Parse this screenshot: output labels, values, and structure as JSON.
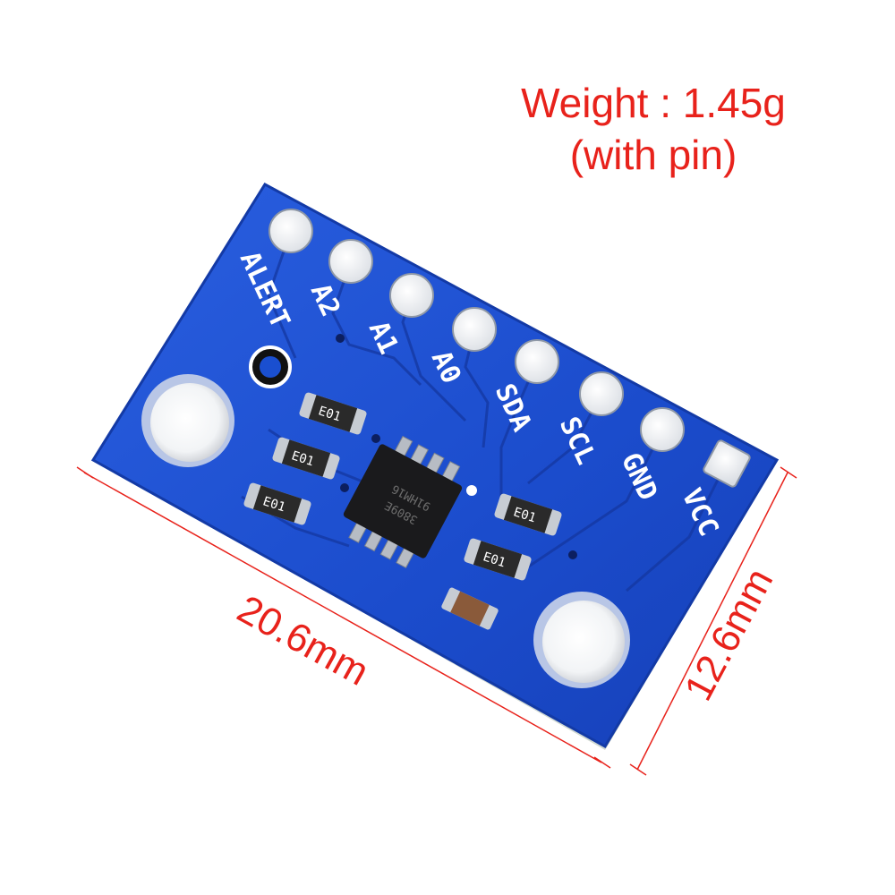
{
  "caption": {
    "weight": "Weight : 1.45g",
    "note": "(with pin)"
  },
  "dimensions": {
    "length": "20.6mm",
    "width": "12.6mm"
  },
  "pins": {
    "alert": "ALERT",
    "a2": "A2",
    "a1": "A1",
    "a0": "A0",
    "sda": "SDA",
    "scl": "SCL",
    "gnd": "GND",
    "vcc": "VCC"
  },
  "chip": {
    "line1": "91HM16",
    "line2": "3809E"
  },
  "resistors": {
    "r1": "E01",
    "r2": "E01",
    "r3": "E01",
    "r4": "E01",
    "r5": "E01"
  },
  "colors": {
    "pcb": "#1a4fd0",
    "pcb_edge": "#1338a8",
    "silkscreen": "#ffffff",
    "dimension_text": "#e8221b"
  }
}
